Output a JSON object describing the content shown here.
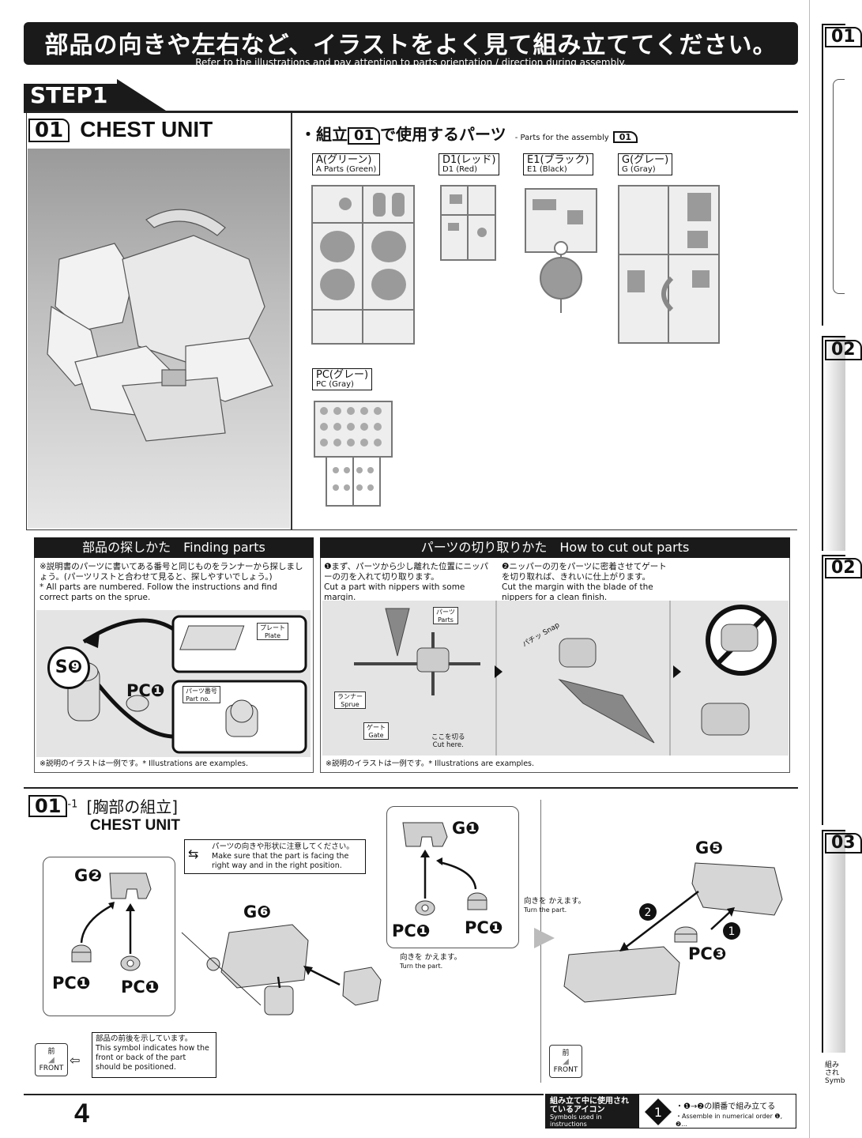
{
  "banner": {
    "title": "部品の向きや左右など、イラストをよく見て組み立ててください。",
    "subtitle": "Refer to the illustrations and pay attention to parts orientation / direction during assembly."
  },
  "step": {
    "label": "STEP1"
  },
  "section01": {
    "number": "01",
    "title": "CHEST UNIT"
  },
  "parts_used": {
    "heading": "・組立",
    "heading_num": "01",
    "heading_tail": "で使用するパーツ",
    "sub_en": "- Parts for the assembly",
    "sub_num": "01",
    "runners": [
      {
        "jp": "A(グリーン)",
        "en": "A Parts (Green)"
      },
      {
        "jp": "D1(レッド)",
        "en": "D1 (Red)"
      },
      {
        "jp": "E1(ブラック)",
        "en": "E1 (Black)"
      },
      {
        "jp": "G(グレー)",
        "en": "G (Gray)"
      },
      {
        "jp": "PC(グレー)",
        "en": "PC (Gray)"
      }
    ]
  },
  "finding_parts": {
    "title": "部品の探しかた　Finding parts",
    "jp_note": "※説明書のパーツに書いてある番号と同じものをランナーから探しましょう。(パーツリストと合わせて見ると、探しやすいでしょう。)",
    "en_note": "* All parts are numbered. Follow the instructions and find correct parts on the sprue.",
    "plate_jp": "プレート",
    "plate_en": "Plate",
    "partno_jp": "パーツ番号",
    "partno_en": "Part no.",
    "label_s": "S❾",
    "label_pc": "PC❶",
    "footnote": "※説明のイラストは一例です。* Illustrations are examples."
  },
  "cut_parts": {
    "title": "パーツの切り取りかた　How to cut out parts",
    "step1_jp": "❶まず、パーツから少し離れた位置にニッパーの刃を入れて切り取ります。",
    "step1_en": "Cut a part with nippers with some margin.",
    "step2_jp": "❷ニッパーの刃をパーツに密着させてゲートを切り取れば、きれいに仕上がります。",
    "step2_en": "Cut the margin with the blade of the nippers for a clean finish.",
    "parts_jp": "パーツ",
    "parts_en": "Parts",
    "runner_jp": "ランナー",
    "runner_en": "Sprue",
    "gate_jp": "ゲート",
    "gate_en": "Gate",
    "cut_jp": "ここを切る",
    "cut_en": "Cut here.",
    "snap": "パチッ Snap",
    "footnote": "※説明のイラストは一例です。* Illustrations are examples."
  },
  "section01_1": {
    "number": "01",
    "sub": "-1",
    "title_jp": "[胸部の組立]",
    "title_en": "CHEST UNIT",
    "notice_jp": "パーツの向きや形状に注意してください。",
    "notice_en": "Make sure that the part is facing the right way and in the right position.",
    "labels": {
      "g2": "G❷",
      "g1": "G❶",
      "g6": "G❻",
      "g5": "G❺",
      "pc1": "PC❶",
      "pc3": "PC❸"
    },
    "turn_jp": "向きを かえます。",
    "turn_en": "Turn the part.",
    "front_note_jp": "部品の前後を示しています。",
    "front_note_en": "This symbol indicates how the front or back of the part should be positioned.",
    "front_jp": "前",
    "front_en": "FRONT"
  },
  "footer": {
    "page": "4",
    "icons_jp": "組み立て中に使用されているアイコン",
    "icons_en": "Symbols used in instructions",
    "order_jp": "・❶→❷の順番で組み立てる",
    "order_en": "・Assemble in numerical order ❶, ❷..."
  },
  "next_page": {
    "labels": [
      "01",
      "02",
      "02",
      "03"
    ],
    "footer_jp": "組み され",
    "footer_en": "Symb"
  }
}
